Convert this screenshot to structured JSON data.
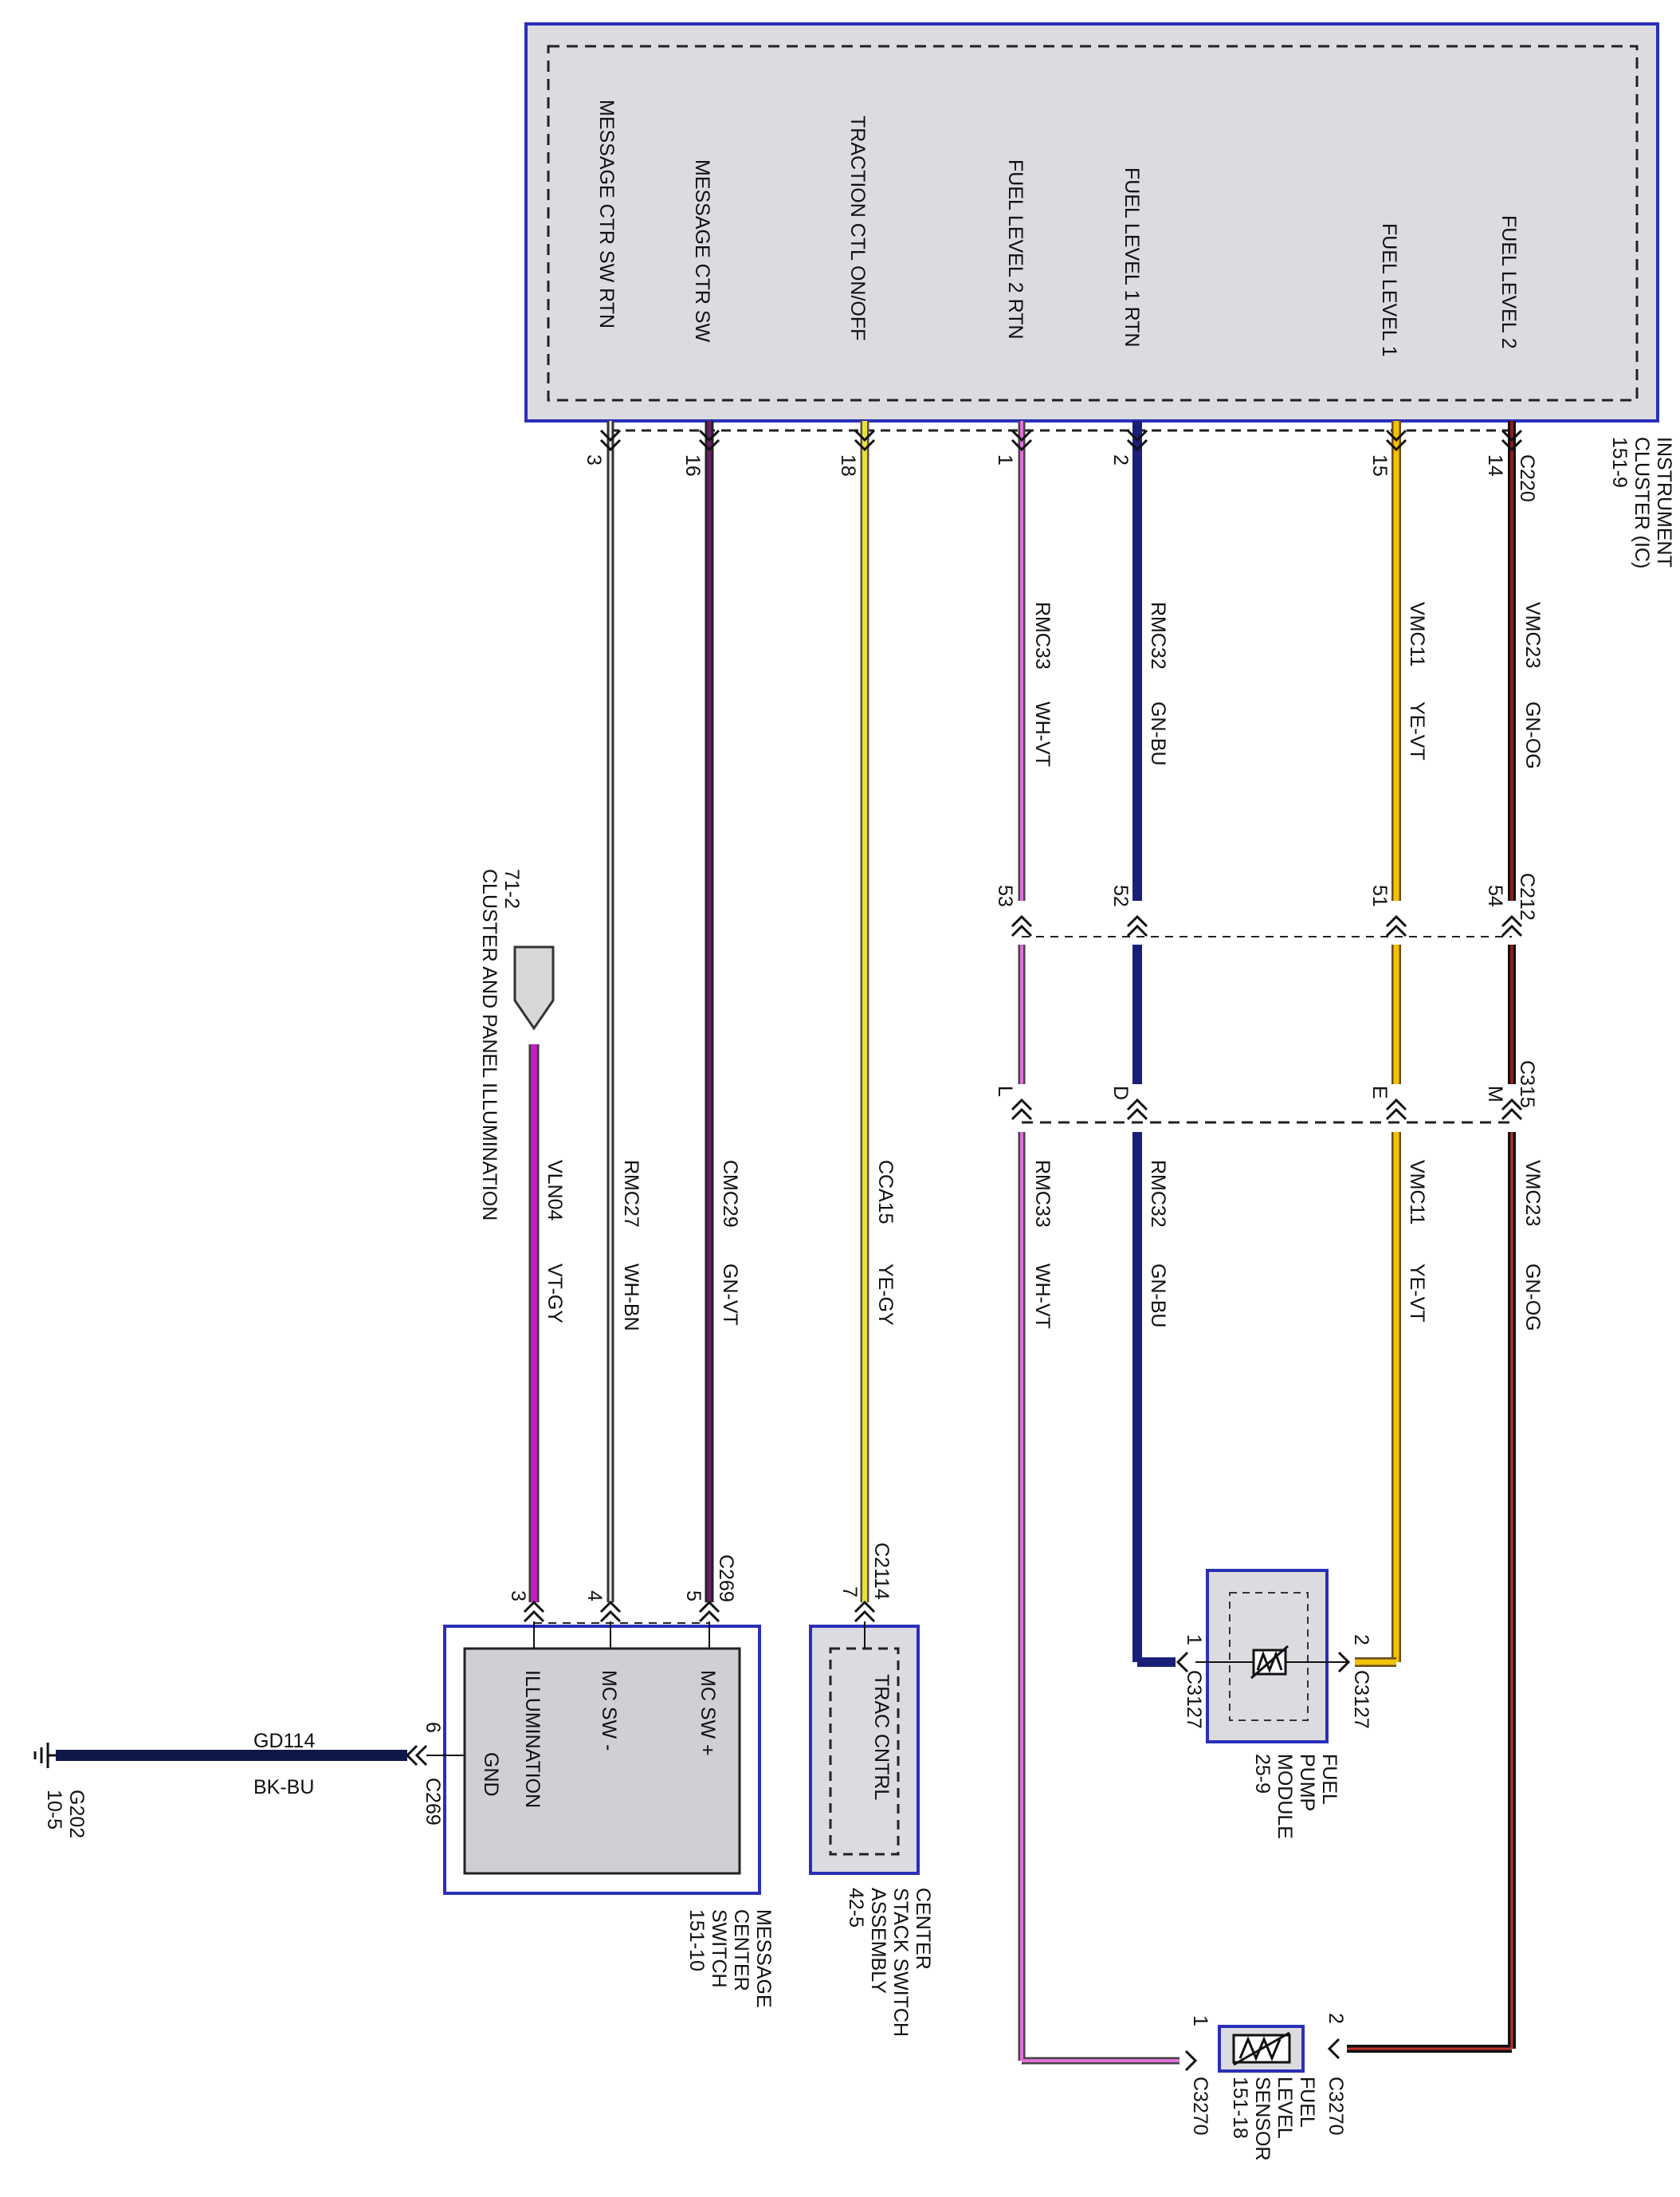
{
  "instrument_cluster": {
    "name_line1": "INSTRUMENT",
    "name_line2": "CLUSTER (IC)",
    "ref": "151-9",
    "connector": "C220",
    "signals": [
      "FUEL LEVEL 2",
      "FUEL LEVEL 1",
      "FUEL LEVEL 1 RTN",
      "FUEL LEVEL 2 RTN",
      "TRACTION CTL ON/OFF",
      "MESSAGE CTR SW",
      "MESSAGE CTR SW RTN"
    ],
    "pins": [
      "14",
      "15",
      "2",
      "1",
      "18",
      "16",
      "3"
    ]
  },
  "inline_c212": {
    "name": "C212",
    "pins": [
      "54",
      "51",
      "52",
      "53"
    ]
  },
  "inline_c315": {
    "name": "C315",
    "pins": [
      "M",
      "E",
      "D",
      "L"
    ]
  },
  "circuits_upper": [
    {
      "circuit": "VMC23",
      "color": "GN-OG"
    },
    {
      "circuit": "VMC11",
      "color": "YE-VT"
    },
    {
      "circuit": "RMC32",
      "color": "GN-BU"
    },
    {
      "circuit": "RMC33",
      "color": "WH-VT"
    }
  ],
  "circuits_lower": [
    {
      "circuit": "VMC23",
      "color": "GN-OG"
    },
    {
      "circuit": "VMC11",
      "color": "YE-VT"
    },
    {
      "circuit": "RMC32",
      "color": "GN-BU"
    },
    {
      "circuit": "RMC33",
      "color": "WH-VT"
    },
    {
      "circuit": "CCA15",
      "color": "YE-GY"
    },
    {
      "circuit": "CMC29",
      "color": "GN-VT"
    },
    {
      "circuit": "RMC27",
      "color": "WH-BN"
    },
    {
      "circuit": "VLN04",
      "color": "VT-GY"
    }
  ],
  "fuel_pump_module": {
    "line1": "FUEL",
    "line2": "PUMP",
    "line3": "MODULE",
    "ref": "25-9",
    "pin2": "2",
    "pin1": "1",
    "conn_a": "C3127",
    "conn_b": "C3127"
  },
  "fuel_level_sensor": {
    "line1": "FUEL",
    "line2": "LEVEL",
    "line3": "SENSOR",
    "ref": "151-18",
    "pin2": "2",
    "pin1": "1",
    "conn_a": "C3270",
    "conn_b": "C3270"
  },
  "center_stack_switch": {
    "line1": "CENTER",
    "line2": "STACK SWITCH",
    "line3": "ASSEMBLY",
    "ref": "42-5",
    "connector": "C2114",
    "pin": "7",
    "signal": "TRAC CNTRL"
  },
  "message_center_switch": {
    "line1": "MESSAGE",
    "line2": "CENTER",
    "line3": "SWITCH",
    "ref": "151-10",
    "connector": "C269",
    "pins": [
      "5",
      "4",
      "3"
    ],
    "signals": [
      "MC SW +",
      "MC SW -",
      "ILLUMINATION"
    ],
    "gnd_label": "GND",
    "gnd_pin": "6",
    "gnd_connector": "C269"
  },
  "illumination_ref": {
    "ref": "71-2",
    "label": "CLUSTER AND PANEL ILLUMINATION"
  },
  "ground": {
    "circuit": "GD114",
    "color": "BK-BU",
    "name": "G202",
    "ref": "10-5"
  },
  "colors": {
    "module_border": "#2a2fb8",
    "module_fill": "#dcdce0",
    "wire_gn_og": "#8b1d1d",
    "wire_ye_vt": "#f2c200",
    "wire_gn_bu": "#1a1f7a",
    "wire_wh_vt": "#e070d8",
    "wire_ye_gy": "#e9e13a",
    "wire_gn_vt": "#6a1f6a",
    "wire_wh_bn": "#a06050",
    "wire_vt_gy": "#c020c0",
    "wire_bk_bu": "#10184a"
  }
}
